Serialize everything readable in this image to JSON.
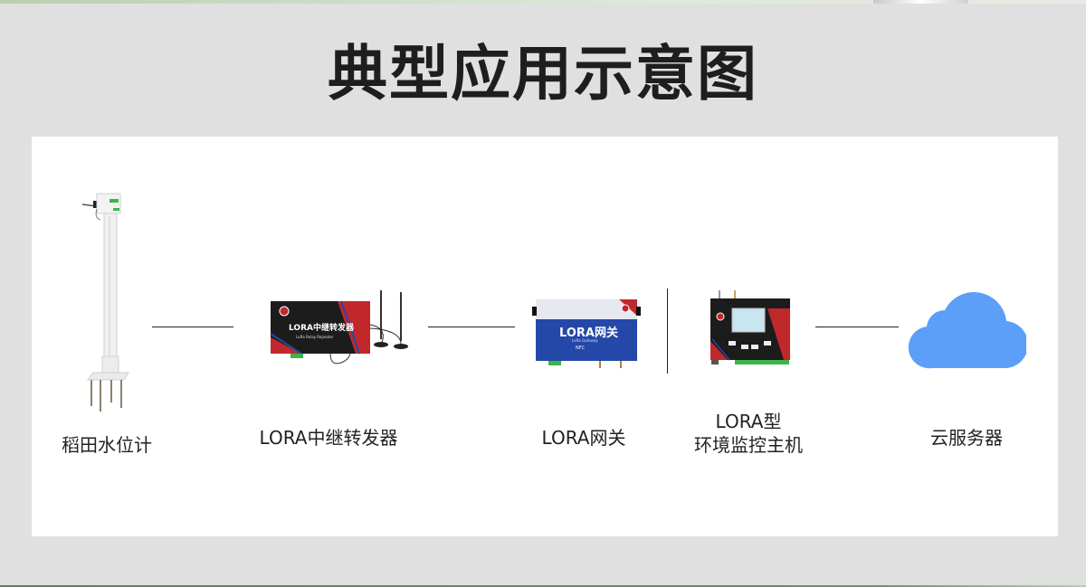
{
  "title": "典型应用示意图",
  "colors": {
    "background": "#e0e0e0",
    "panel": "#ffffff",
    "cloud": "#5b9ff8",
    "device_red": "#c0282c",
    "device_blue": "#2448a8",
    "device_dark": "#1c1c1c"
  },
  "nodes": [
    {
      "id": "water-level-meter",
      "label": "稻田水位计",
      "icon": "water-level-pole-icon"
    },
    {
      "id": "lora-repeater",
      "label": "LORA中继转发器",
      "icon": "lora-repeater-device-icon",
      "device_text": "LORA中继转发器",
      "device_subtext": "LoRa Relay Repeater"
    },
    {
      "id": "lora-gateway",
      "label": "LORA网关",
      "icon": "lora-gateway-device-icon",
      "device_text": "LORA网关",
      "device_subtext": "LoRa Gateway",
      "device_badge": "NFC"
    },
    {
      "id": "env-host",
      "label_line1": "LORA型",
      "label_line2": "环境监控主机",
      "icon": "env-monitor-host-icon"
    },
    {
      "id": "cloud-server",
      "label": "云服务器",
      "icon": "cloud-icon"
    }
  ]
}
